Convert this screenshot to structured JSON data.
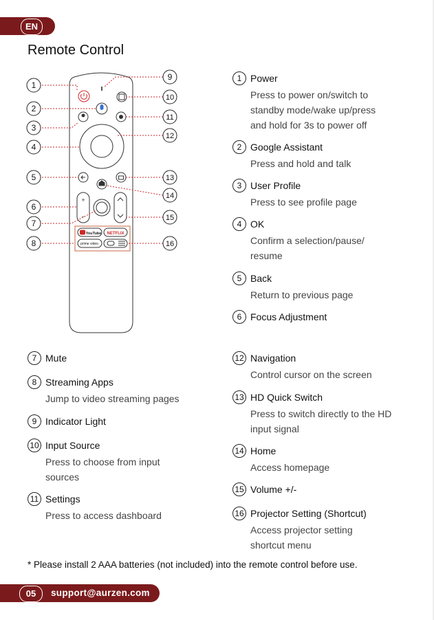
{
  "header": {
    "lang": "EN",
    "title": "Remote Control"
  },
  "remote": {
    "logos": {
      "youtube": "YouTube",
      "netflix": "NETFLIX",
      "prime": "prime video"
    },
    "callout_numbers": [
      "1",
      "2",
      "3",
      "4",
      "5",
      "6",
      "7",
      "8",
      "9",
      "10",
      "11",
      "12",
      "13",
      "14",
      "15",
      "16"
    ]
  },
  "right_items": [
    {
      "num": "1",
      "title": "Power",
      "desc": [
        "Press to power on/switch to",
        "standby mode/wake up/press",
        "and hold for 3s to power off"
      ]
    },
    {
      "num": "2",
      "title": "Google Assistant",
      "desc": [
        "Press and hold and talk"
      ]
    },
    {
      "num": "3",
      "title": "User Profile",
      "desc": [
        "Press to see profile page"
      ]
    },
    {
      "num": "4",
      "title": "OK",
      "desc": [
        "Confirm a selection/pause/",
        "resume"
      ]
    },
    {
      "num": "5",
      "title": "Back",
      "desc": [
        "Return to previous page"
      ]
    },
    {
      "num": "6",
      "title": "Focus Adjustment",
      "desc": []
    },
    {
      "num": "12",
      "title": "Navigation",
      "desc": [
        "Control cursor on the screen"
      ]
    },
    {
      "num": "13",
      "title": "HD Quick Switch",
      "desc": [
        "Press to switch directly to the HD",
        "input signal"
      ]
    },
    {
      "num": "14",
      "title": "Home",
      "desc": [
        "Access homepage"
      ]
    },
    {
      "num": "15",
      "title": "Volume +/-",
      "desc": []
    },
    {
      "num": "16",
      "title": "Projector Setting (Shortcut)",
      "desc": [
        "Access projector setting",
        "shortcut menu"
      ]
    }
  ],
  "left_items": [
    {
      "num": "7",
      "title": "Mute",
      "desc": []
    },
    {
      "num": "8",
      "title": "Streaming Apps",
      "desc": [
        "Jump to video streaming pages"
      ]
    },
    {
      "num": "9",
      "title": "Indicator Light",
      "desc": []
    },
    {
      "num": "10",
      "title": "Input Source",
      "desc": [
        "Press to choose from input",
        "sources"
      ]
    },
    {
      "num": "11",
      "title": "Settings",
      "desc": [
        "Press to access dashboard"
      ]
    }
  ],
  "footnote": "* Please install 2 AAA batteries (not included) into the remote control before use.",
  "footer": {
    "page": "05",
    "email": "support@aurzen.com"
  },
  "colors": {
    "brand": "#7b1a1c",
    "accent_red": "#d0262a"
  }
}
